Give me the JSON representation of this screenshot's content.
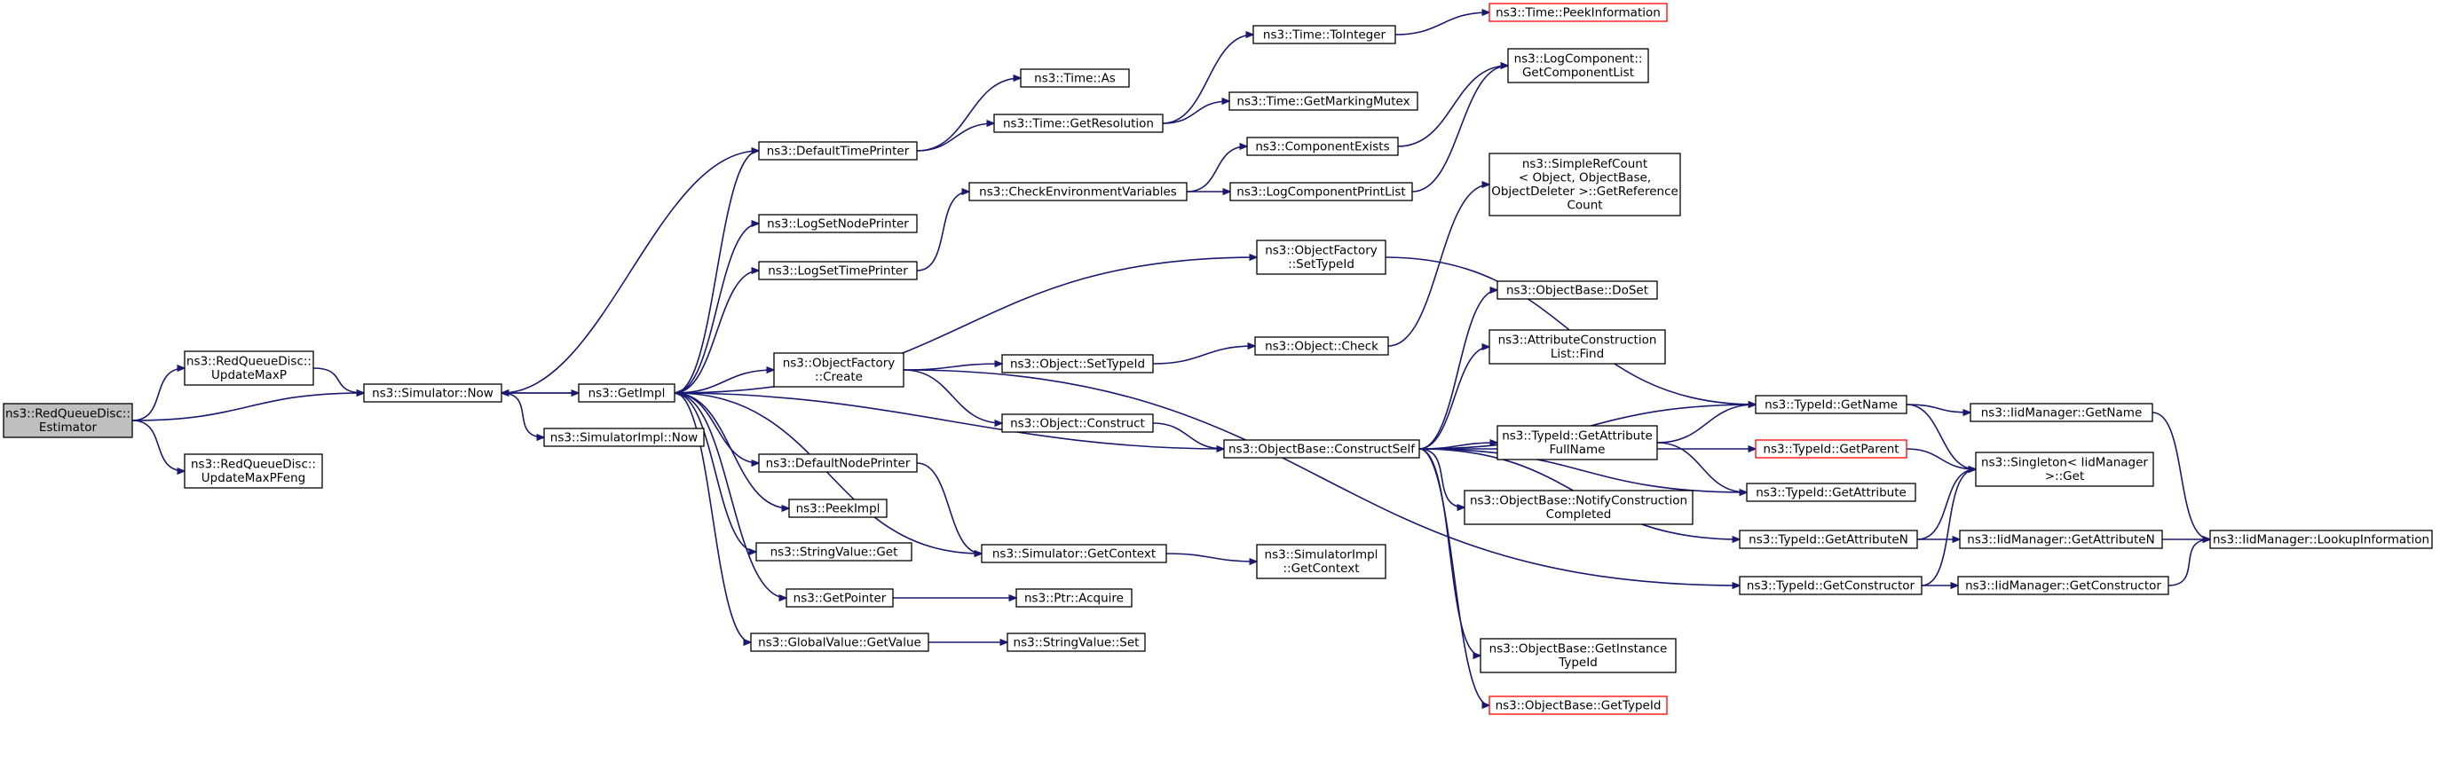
{
  "graph": {
    "nodes": [
      {
        "id": "estimator",
        "lines": [
          "ns3::RedQueueDisc::",
          "Estimator"
        ],
        "root": true
      },
      {
        "id": "updateMaxP",
        "lines": [
          "ns3::RedQueueDisc::",
          "UpdateMaxP"
        ]
      },
      {
        "id": "updateMaxPFeng",
        "lines": [
          "ns3::RedQueueDisc::",
          "UpdateMaxPFeng"
        ]
      },
      {
        "id": "simNow",
        "lines": [
          "ns3::Simulator::Now"
        ]
      },
      {
        "id": "getImpl",
        "lines": [
          "ns3::GetImpl"
        ]
      },
      {
        "id": "simImplNow",
        "lines": [
          "ns3::SimulatorImpl::Now"
        ]
      },
      {
        "id": "defaultTimePrinter",
        "lines": [
          "ns3::DefaultTimePrinter"
        ]
      },
      {
        "id": "logSetNodePrinter",
        "lines": [
          "ns3::LogSetNodePrinter"
        ]
      },
      {
        "id": "logSetTimePrinter",
        "lines": [
          "ns3::LogSetTimePrinter"
        ]
      },
      {
        "id": "objFactoryCreate",
        "lines": [
          "ns3::ObjectFactory",
          "::Create"
        ]
      },
      {
        "id": "defaultNodePrinter",
        "lines": [
          "ns3::DefaultNodePrinter"
        ]
      },
      {
        "id": "peekImpl",
        "lines": [
          "ns3::PeekImpl"
        ]
      },
      {
        "id": "stringValueGet",
        "lines": [
          "ns3::StringValue::Get"
        ]
      },
      {
        "id": "getPointer",
        "lines": [
          "ns3::GetPointer"
        ]
      },
      {
        "id": "globalValueGetValue",
        "lines": [
          "ns3::GlobalValue::GetValue"
        ]
      },
      {
        "id": "timeAs",
        "lines": [
          "ns3::Time::As"
        ]
      },
      {
        "id": "timeGetResolution",
        "lines": [
          "ns3::Time::GetResolution"
        ]
      },
      {
        "id": "checkEnvVars",
        "lines": [
          "ns3::CheckEnvironmentVariables"
        ]
      },
      {
        "id": "objectSetTypeId",
        "lines": [
          "ns3::Object::SetTypeId"
        ]
      },
      {
        "id": "objectConstruct",
        "lines": [
          "ns3::Object::Construct"
        ]
      },
      {
        "id": "simGetContext",
        "lines": [
          "ns3::Simulator::GetContext"
        ]
      },
      {
        "id": "ptrAcquire",
        "lines": [
          "ns3::Ptr::Acquire"
        ]
      },
      {
        "id": "stringValueSet",
        "lines": [
          "ns3::StringValue::Set"
        ]
      },
      {
        "id": "timeToInteger",
        "lines": [
          "ns3::Time::ToInteger"
        ]
      },
      {
        "id": "timeGetMarkingMutex",
        "lines": [
          "ns3::Time::GetMarkingMutex"
        ]
      },
      {
        "id": "componentExists",
        "lines": [
          "ns3::ComponentExists"
        ]
      },
      {
        "id": "logComponentPrintList",
        "lines": [
          "ns3::LogComponentPrintList"
        ]
      },
      {
        "id": "objFactorySetTypeId",
        "lines": [
          "ns3::ObjectFactory",
          "::SetTypeId"
        ]
      },
      {
        "id": "objectCheck",
        "lines": [
          "ns3::Object::Check"
        ]
      },
      {
        "id": "objBaseConstructSelf",
        "lines": [
          "ns3::ObjectBase::ConstructSelf"
        ]
      },
      {
        "id": "simImplGetContext",
        "lines": [
          "ns3::SimulatorImpl",
          "::GetContext"
        ]
      },
      {
        "id": "timePeekInformation",
        "lines": [
          "ns3::Time::PeekInformation"
        ],
        "red": true
      },
      {
        "id": "logCompGetList",
        "lines": [
          "ns3::LogComponent::",
          "GetComponentList"
        ]
      },
      {
        "id": "simpleRefCount",
        "lines": [
          "ns3::SimpleRefCount",
          "< Object, ObjectBase,",
          "ObjectDeleter >::GetReference",
          "Count"
        ]
      },
      {
        "id": "objBaseDoSet",
        "lines": [
          "ns3::ObjectBase::DoSet"
        ]
      },
      {
        "id": "attrConstructionListFind",
        "lines": [
          "ns3::AttributeConstruction",
          "List::Find"
        ]
      },
      {
        "id": "typeIdGetAttrFullName",
        "lines": [
          "ns3::TypeId::GetAttribute",
          "FullName"
        ]
      },
      {
        "id": "objBaseNotifyConstruction",
        "lines": [
          "ns3::ObjectBase::NotifyConstruction",
          "Completed"
        ]
      },
      {
        "id": "objBaseGetInstanceTypeId",
        "lines": [
          "ns3::ObjectBase::GetInstance",
          "TypeId"
        ]
      },
      {
        "id": "objBaseGetTypeId",
        "lines": [
          "ns3::ObjectBase::GetTypeId"
        ],
        "red": true
      },
      {
        "id": "typeIdGetName",
        "lines": [
          "ns3::TypeId::GetName"
        ]
      },
      {
        "id": "typeIdGetParent",
        "lines": [
          "ns3::TypeId::GetParent"
        ],
        "red": true
      },
      {
        "id": "typeIdGetAttribute",
        "lines": [
          "ns3::TypeId::GetAttribute"
        ]
      },
      {
        "id": "typeIdGetAttributeN",
        "lines": [
          "ns3::TypeId::GetAttributeN"
        ]
      },
      {
        "id": "typeIdGetConstructor",
        "lines": [
          "ns3::TypeId::GetConstructor"
        ]
      },
      {
        "id": "iidMgrGetName",
        "lines": [
          "ns3::IidManager::GetName"
        ]
      },
      {
        "id": "singletonGet",
        "lines": [
          "ns3::Singleton< IidManager",
          ">::Get"
        ]
      },
      {
        "id": "iidMgrGetAttributeN",
        "lines": [
          "ns3::IidManager::GetAttributeN"
        ]
      },
      {
        "id": "iidMgrGetConstructor",
        "lines": [
          "ns3::IidManager::GetConstructor"
        ]
      },
      {
        "id": "iidMgrLookupInformation",
        "lines": [
          "ns3::IidManager::LookupInformation"
        ]
      }
    ],
    "edges": [
      [
        "estimator",
        "updateMaxP"
      ],
      [
        "estimator",
        "simNow"
      ],
      [
        "estimator",
        "updateMaxPFeng"
      ],
      [
        "updateMaxP",
        "simNow"
      ],
      [
        "simNow",
        "getImpl"
      ],
      [
        "simNow",
        "simImplNow"
      ],
      [
        "getImpl",
        "simNow"
      ],
      [
        "getImpl",
        "defaultTimePrinter"
      ],
      [
        "getImpl",
        "logSetNodePrinter"
      ],
      [
        "getImpl",
        "logSetTimePrinter"
      ],
      [
        "getImpl",
        "objFactorySetTypeId"
      ],
      [
        "getImpl",
        "objFactoryCreate"
      ],
      [
        "getImpl",
        "defaultNodePrinter"
      ],
      [
        "getImpl",
        "peekImpl"
      ],
      [
        "getImpl",
        "stringValueGet"
      ],
      [
        "getImpl",
        "getPointer"
      ],
      [
        "getImpl",
        "globalValueGetValue"
      ],
      [
        "getImpl",
        "simGetContext"
      ],
      [
        "defaultTimePrinter",
        "simNow"
      ],
      [
        "defaultTimePrinter",
        "timeAs"
      ],
      [
        "defaultTimePrinter",
        "timeGetResolution"
      ],
      [
        "defaultNodePrinter",
        "simGetContext"
      ],
      [
        "logSetTimePrinter",
        "checkEnvVars"
      ],
      [
        "objFactoryCreate",
        "objectSetTypeId"
      ],
      [
        "objFactoryCreate",
        "objectConstruct"
      ],
      [
        "objFactoryCreate",
        "typeIdGetConstructor"
      ],
      [
        "getPointer",
        "ptrAcquire"
      ],
      [
        "globalValueGetValue",
        "stringValueSet"
      ],
      [
        "timeGetResolution",
        "timeToInteger"
      ],
      [
        "timeGetResolution",
        "timeGetMarkingMutex"
      ],
      [
        "timeToInteger",
        "timePeekInformation"
      ],
      [
        "checkEnvVars",
        "componentExists"
      ],
      [
        "checkEnvVars",
        "logComponentPrintList"
      ],
      [
        "componentExists",
        "logCompGetList"
      ],
      [
        "logComponentPrintList",
        "logCompGetList"
      ],
      [
        "objFactorySetTypeId",
        "typeIdGetName"
      ],
      [
        "objectSetTypeId",
        "objectCheck"
      ],
      [
        "objectCheck",
        "simpleRefCount"
      ],
      [
        "objectConstruct",
        "objBaseConstructSelf"
      ],
      [
        "simGetContext",
        "simImplGetContext"
      ],
      [
        "objBaseConstructSelf",
        "objBaseDoSet"
      ],
      [
        "objBaseConstructSelf",
        "attrConstructionListFind"
      ],
      [
        "objBaseConstructSelf",
        "typeIdGetAttrFullName"
      ],
      [
        "objBaseConstructSelf",
        "objBaseNotifyConstruction"
      ],
      [
        "objBaseConstructSelf",
        "objBaseGetInstanceTypeId"
      ],
      [
        "objBaseConstructSelf",
        "objBaseGetTypeId"
      ],
      [
        "objBaseConstructSelf",
        "typeIdGetName"
      ],
      [
        "objBaseConstructSelf",
        "typeIdGetParent"
      ],
      [
        "objBaseConstructSelf",
        "typeIdGetAttribute"
      ],
      [
        "objBaseConstructSelf",
        "typeIdGetAttributeN"
      ],
      [
        "objBaseConstructSelf",
        "getImpl"
      ],
      [
        "typeIdGetAttrFullName",
        "typeIdGetName"
      ],
      [
        "typeIdGetAttrFullName",
        "typeIdGetAttribute"
      ],
      [
        "typeIdGetName",
        "iidMgrGetName"
      ],
      [
        "typeIdGetName",
        "singletonGet"
      ],
      [
        "typeIdGetParent",
        "singletonGet"
      ],
      [
        "typeIdGetAttributeN",
        "singletonGet"
      ],
      [
        "typeIdGetAttributeN",
        "iidMgrGetAttributeN"
      ],
      [
        "typeIdGetConstructor",
        "singletonGet"
      ],
      [
        "typeIdGetConstructor",
        "iidMgrGetConstructor"
      ],
      [
        "iidMgrGetName",
        "iidMgrLookupInformation"
      ],
      [
        "iidMgrGetAttributeN",
        "iidMgrLookupInformation"
      ],
      [
        "iidMgrGetConstructor",
        "iidMgrLookupInformation"
      ]
    ]
  }
}
